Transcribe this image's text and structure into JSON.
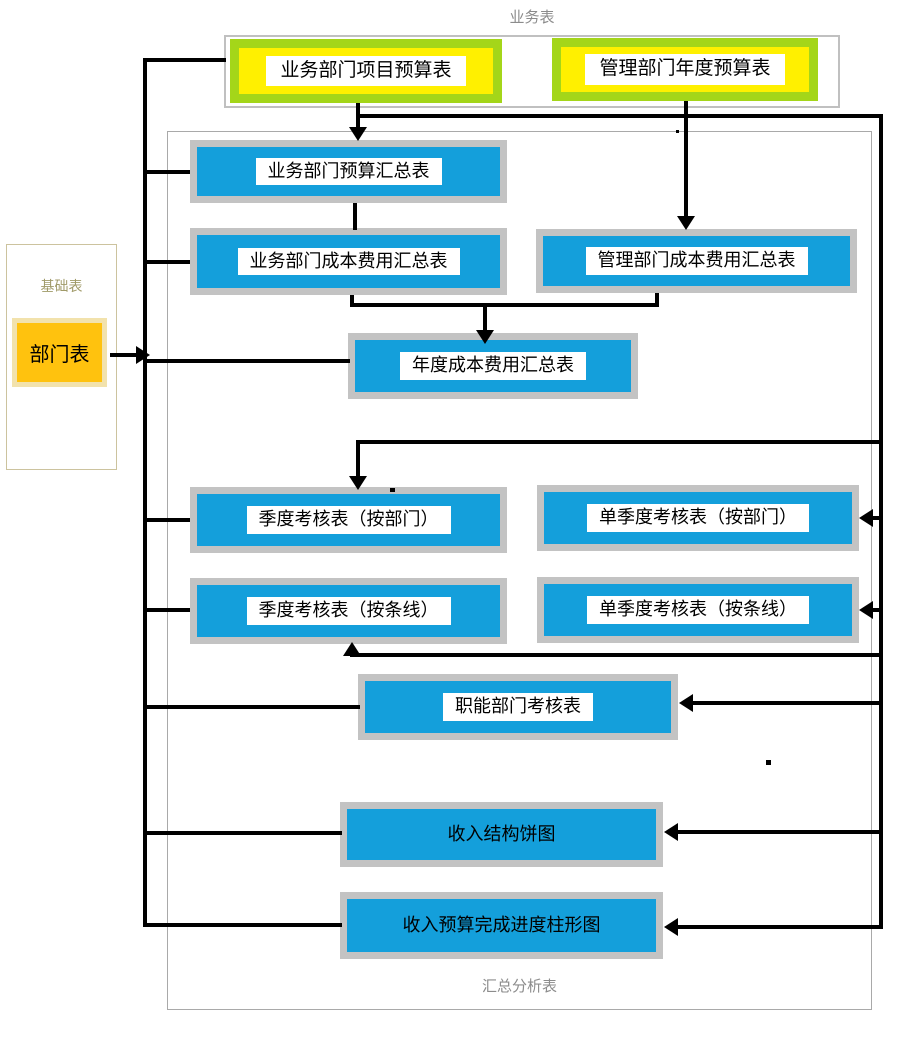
{
  "sections": {
    "business": {
      "label": "业务表",
      "nodes": [
        {
          "label": "业务部门项目预算表"
        },
        {
          "label": "管理部门年度预算表"
        }
      ]
    },
    "base": {
      "label": "基础表",
      "nodes": [
        {
          "label": "部门表"
        }
      ]
    },
    "summary": {
      "label": "汇总分析表",
      "nodes": [
        {
          "label": "业务部门预算汇总表"
        },
        {
          "label": "业务部门成本费用汇总表"
        },
        {
          "label": "管理部门成本费用汇总表"
        },
        {
          "label": "年度成本费用汇总表"
        },
        {
          "label": "季度考核表（按部门）"
        },
        {
          "label": "单季度考核表（按部门）"
        },
        {
          "label": "季度考核表（按条线）"
        },
        {
          "label": "单季度考核表（按条线）"
        },
        {
          "label": "职能部门考核表"
        },
        {
          "label": "收入结构饼图"
        },
        {
          "label": "收入预算完成进度柱形图"
        }
      ]
    }
  },
  "colors": {
    "node_blue": "#149FDB",
    "node_border_gray": "#C3C3C3",
    "green": "#A4D619",
    "yellow": "#FFF000",
    "amber": "#FFC20E",
    "amber_border_cream": "#F2E2AC",
    "line_black": "#000000",
    "section_label_gray": "#8C8C8C",
    "base_label_olive": "#A09A68",
    "business_container_border": "#C0C0C0",
    "summary_container_border": "#A9A9A9",
    "base_container_border": "#CCC39E"
  }
}
